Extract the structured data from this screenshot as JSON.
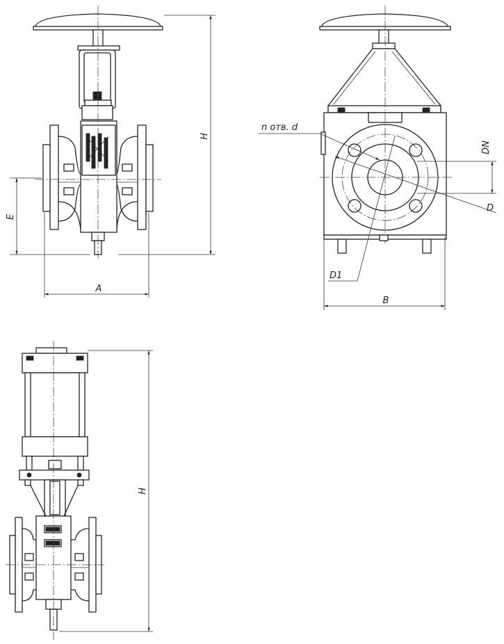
{
  "labels": {
    "h_front": "H",
    "e": "E",
    "a": "A",
    "n_holes": "n отв. d",
    "dn": "DN",
    "d": "D",
    "d1": "D1",
    "b": "B",
    "h_pneumatic": "H"
  }
}
